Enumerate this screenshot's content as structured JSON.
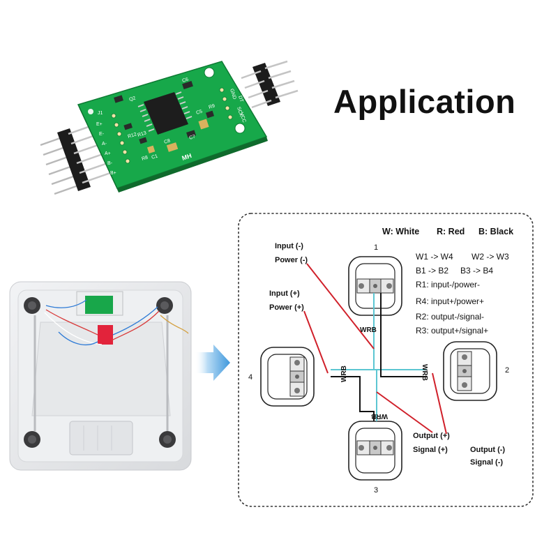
{
  "title": "Application",
  "legend": {
    "white": "W: White",
    "red": "R: Red",
    "black": "B: Black",
    "rules": [
      {
        "left": "W1 -> W4",
        "right": "W2 -> W3"
      },
      {
        "left": "B1 -> B2",
        "right": "B3 -> B4"
      }
    ],
    "connections": [
      "R1: input-/power-",
      "R4: input+/power+",
      "R2: output-/signal-",
      "R3: output+/signal+"
    ]
  },
  "callouts": {
    "input_minus": "Input (-)",
    "power_minus": "Power (-)",
    "input_plus": "Input (+)",
    "power_plus": "Power (+)",
    "output_plus": "Output (+)",
    "signal_plus": "Signal (+)",
    "output_minus": "Output (-)",
    "signal_minus": "Signal (-)"
  },
  "load_cells": [
    "1",
    "2",
    "3",
    "4"
  ],
  "wire_code": "WRB",
  "board": {
    "header_left": [
      "J1",
      "E+",
      "E-",
      "A-",
      "A+",
      "B-",
      "B+"
    ],
    "header_right": [
      "GND",
      "DT",
      "SCK",
      "VCC"
    ],
    "components": [
      "Q2",
      "C6",
      "C5",
      "R9",
      "C7",
      "C8",
      "R12",
      "R13",
      "R8",
      "C1",
      "MH"
    ]
  },
  "colors": {
    "wire_red": "#d0202a",
    "wire_white": "#5cc6d2",
    "wire_black": "#111111",
    "pcb_green": "#17a84a",
    "arrow_blue": "#4aa3e0"
  }
}
